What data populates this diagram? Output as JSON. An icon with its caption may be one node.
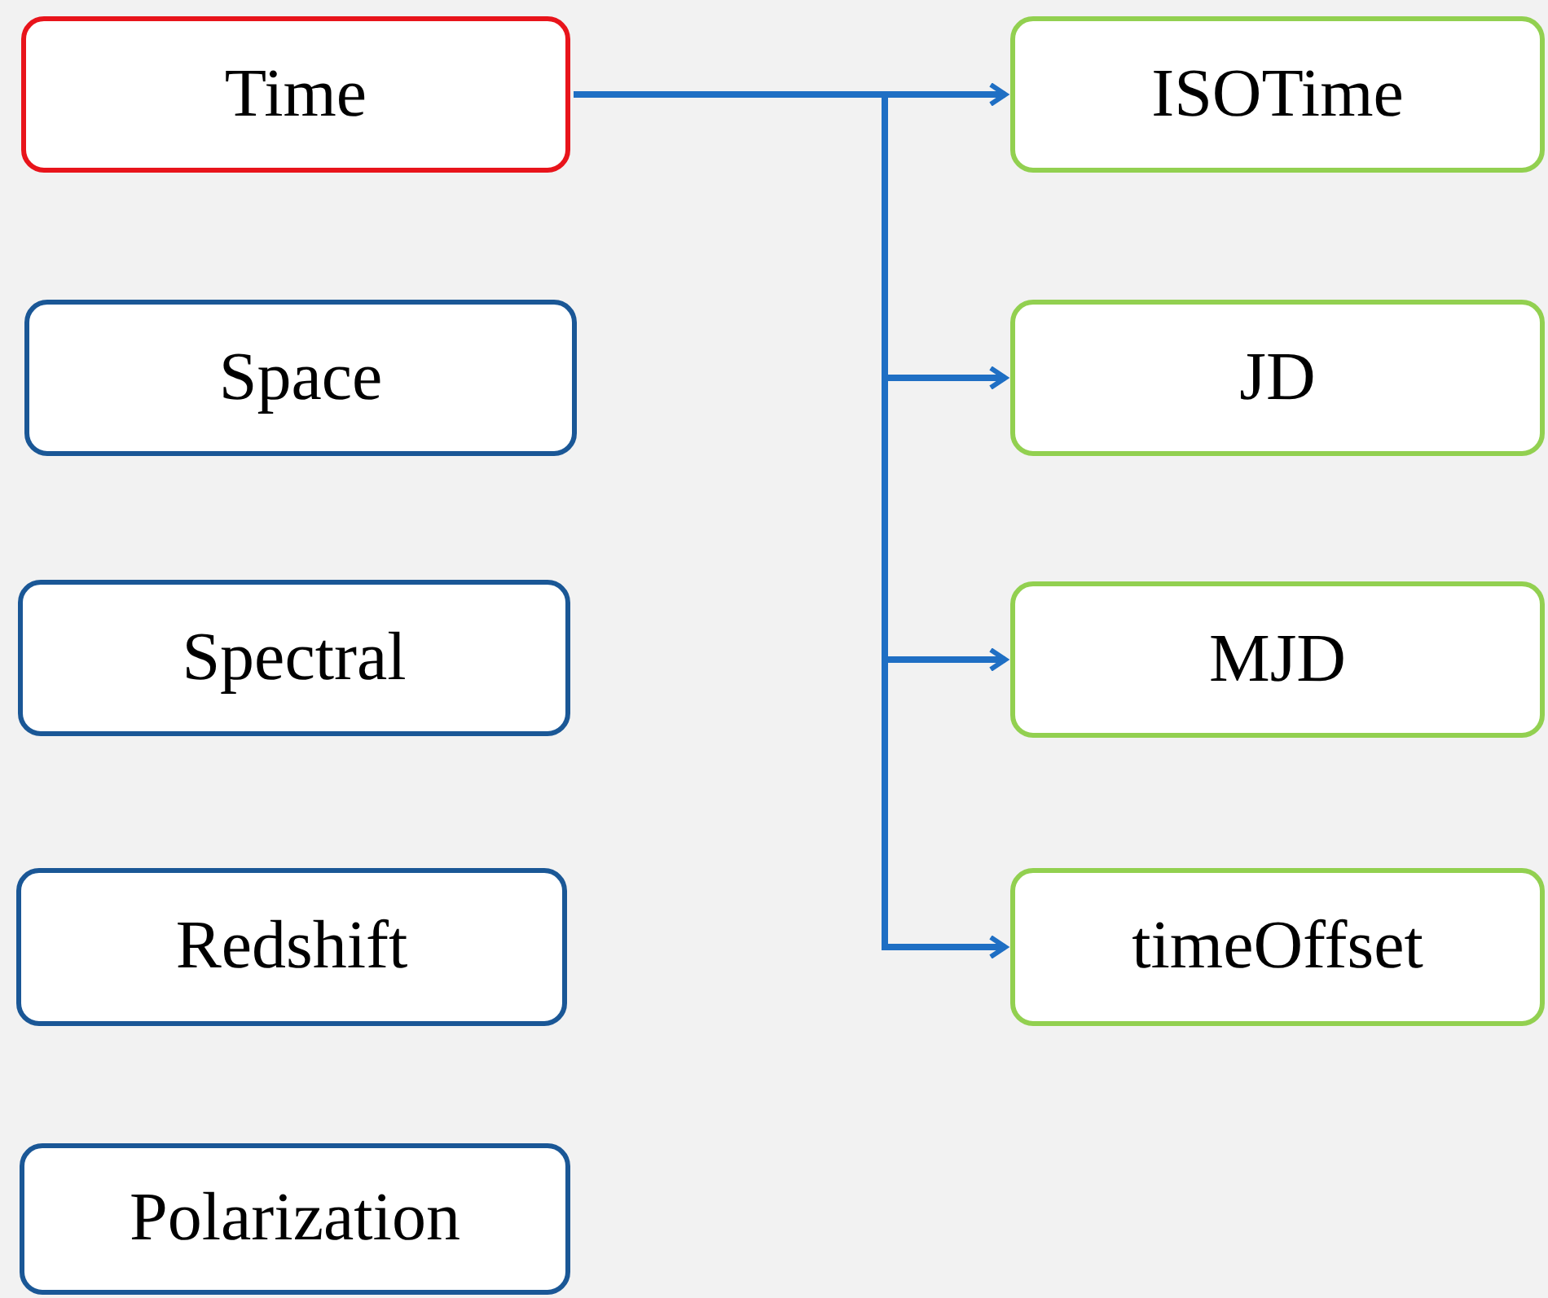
{
  "diagram": {
    "nodes": [
      {
        "text": [
          "Time"
        ]
      },
      {
        "text": [
          "Space"
        ]
      },
      {
        "text": [
          "Spectral"
        ]
      },
      {
        "text": [
          "Redshift"
        ]
      },
      {
        "text": [
          "Polarization"
        ]
      },
      {
        "text": [
          "ISOTime"
        ]
      },
      {
        "text": [
          "JD"
        ]
      },
      {
        "text": [
          "MJD"
        ]
      },
      {
        "text": [
          "timeOffset"
        ]
      }
    ],
    "edges": [
      {
        "from": 0,
        "to": 5,
        "arrow": "to"
      },
      {
        "from": 0,
        "to": 6,
        "arrow": "to"
      },
      {
        "from": 0,
        "to": 7,
        "arrow": "to"
      },
      {
        "from": 0,
        "to": 8,
        "arrow": "to"
      }
    ]
  }
}
